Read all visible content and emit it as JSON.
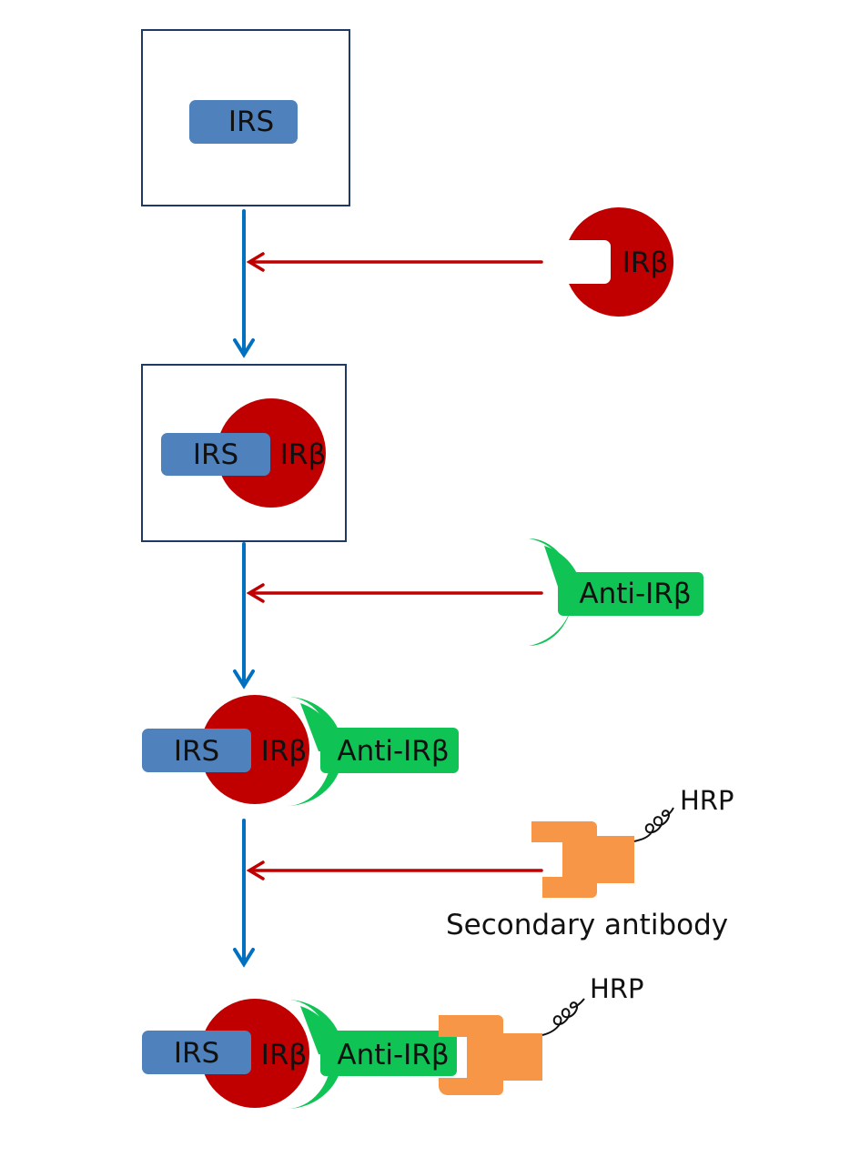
{
  "labels": {
    "irs": "IRS",
    "ir_beta": "IRβ",
    "anti_ir_beta": "Anti-IRβ",
    "hrp": "HRP",
    "secondary_antibody": "Secondary antibody"
  },
  "colors": {
    "irs": "#4f81bd",
    "ir_beta": "#c00000",
    "anti_ir_beta": "#0fc455",
    "secondary_antibody": "#f79646",
    "flow_arrow": "#0070c0",
    "addition_arrow": "#c00000",
    "box_border": "#1f3864"
  }
}
